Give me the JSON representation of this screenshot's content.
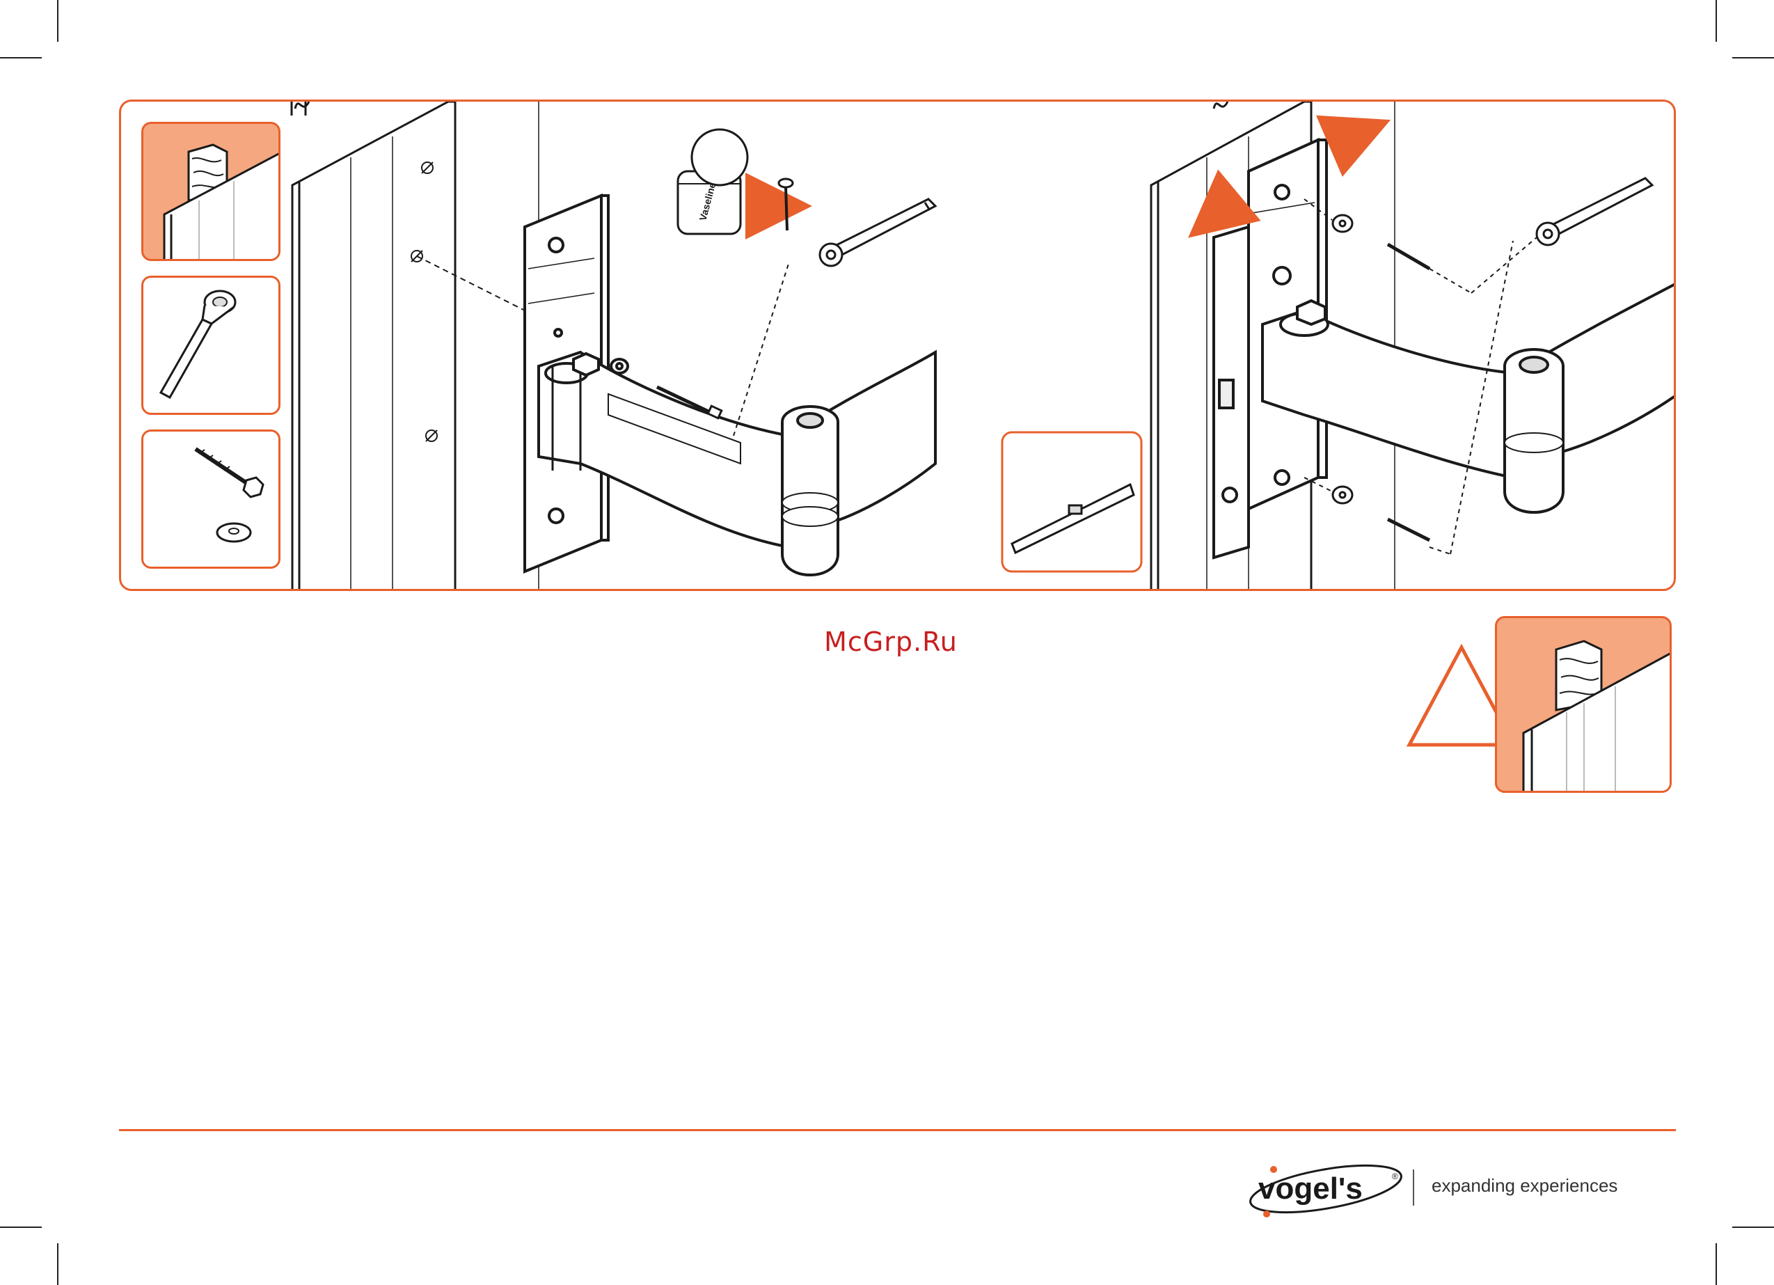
{
  "illustration": {
    "vaseline_label": "Vaseline"
  },
  "watermark": {
    "text": "McGrp.Ru"
  },
  "footer": {
    "brand_name": "vogel's",
    "registered_mark": "®",
    "tagline": "expanding experiences"
  },
  "colors": {
    "accent": "#e8602c",
    "accent_fill": "#f5a77f",
    "line": "#1a1a1a",
    "watermark": "#c81e1e"
  },
  "icons": {
    "wall_type": "wooden-stud-wall-icon",
    "tool": "socket-wrench-icon",
    "hardware": "lag-screw-and-washer-icon",
    "level": "spirit-level-icon",
    "warning": "warning-triangle-icon"
  }
}
